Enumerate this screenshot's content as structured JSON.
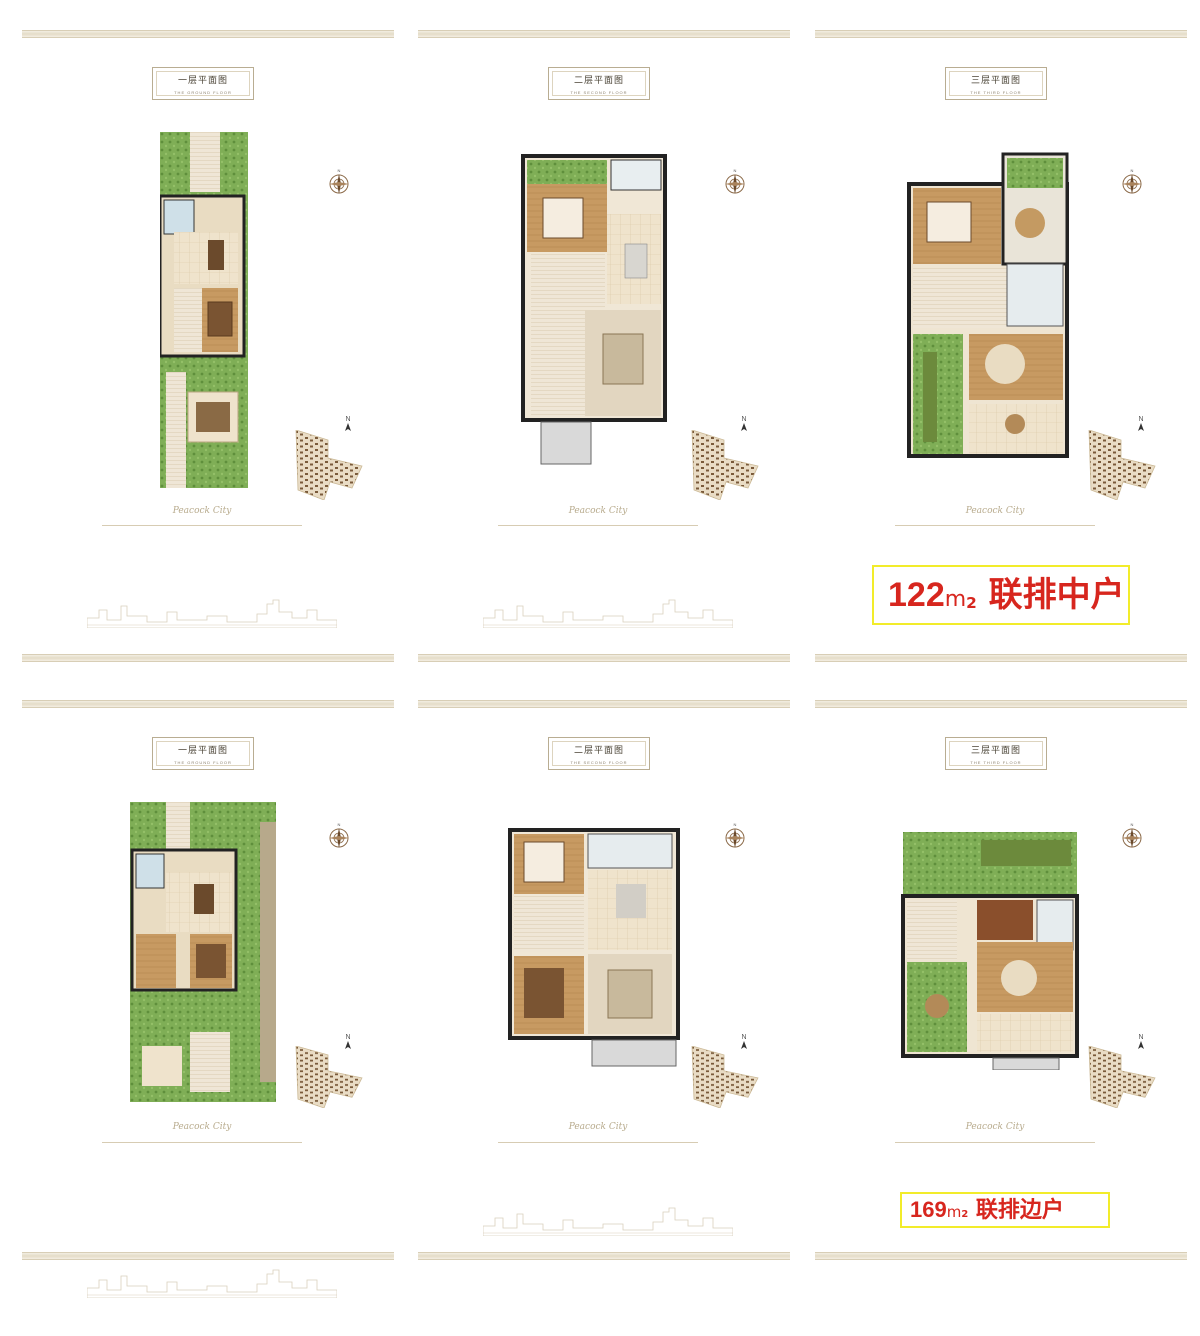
{
  "panels": [
    {
      "title_cn": "一层平面图",
      "title_en": "THE GROUND FLOOR",
      "script": "Peacock City",
      "desc": [
        "",
        "",
        "",
        "",
        ""
      ],
      "footnote": ""
    },
    {
      "title_cn": "二层平面图",
      "title_en": "THE SECOND FLOOR",
      "script": "Peacock City",
      "desc": [
        "",
        "",
        ""
      ],
      "footnote": ""
    },
    {
      "title_cn": "三层平面图",
      "title_en": "THE THIRD FLOOR",
      "script": "Peacock City",
      "desc": [
        "",
        ""
      ],
      "footnote": ""
    },
    {
      "title_cn": "一层平面图",
      "title_en": "THE GROUND FLOOR",
      "script": "Peacock City",
      "desc": [
        "",
        "",
        "",
        "",
        ""
      ],
      "footnote": ""
    },
    {
      "title_cn": "二层平面图",
      "title_en": "THE SECOND FLOOR",
      "script": "Peacock City",
      "desc": [
        "",
        "",
        ""
      ],
      "footnote": ""
    },
    {
      "title_cn": "三层平面图",
      "title_en": "THE THIRD FLOOR",
      "script": "Peacock City",
      "desc": [
        "",
        ""
      ],
      "footnote": ""
    }
  ],
  "labels": {
    "middle_unit": {
      "number": "122",
      "unit": "m",
      "sup": "2",
      "text": "联排中户"
    },
    "end_unit": {
      "number": "169",
      "unit": "m",
      "sup": "2",
      "text": "联排边户"
    }
  },
  "north_marker": "N",
  "colors": {
    "accent_label_border": "#f2ec2a",
    "label_text": "#d7261e",
    "rule": "#e4dcc8"
  }
}
